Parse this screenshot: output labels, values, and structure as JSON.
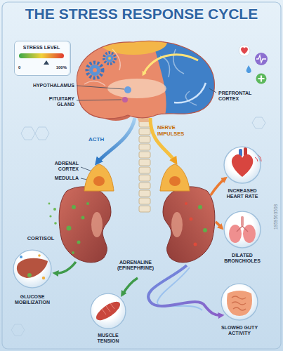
{
  "diagram": {
    "title": "THE STRESS RESPONSE CYCLE",
    "nodes": [
      {
        "text": [
          "STRESS LEVEL",
          "0",
          "100%"
        ]
      },
      {
        "text": [
          "INCREASED HEART RATE"
        ]
      },
      {
        "text": [
          "DILATED BRONCHIOLES"
        ]
      },
      {
        "text": [
          "GLUCOSE MOBILIZATION"
        ]
      },
      {
        "text": [
          "SLOWED GUTY ACTIVITY"
        ]
      },
      {
        "text": [
          "MUSCLE TENSION"
        ]
      }
    ],
    "labels": [
      "HYPOTHALAMUS",
      "PITUITARY GLAND",
      "PREFRONTAL CORTEX",
      "ACTH",
      "NERVE IMPULSES",
      "ADRENAL CORTEX",
      "MEDULLA",
      "CORTISOL",
      "ADRENALINE (EPINEPHRINE)",
      "1959503508"
    ]
  }
}
